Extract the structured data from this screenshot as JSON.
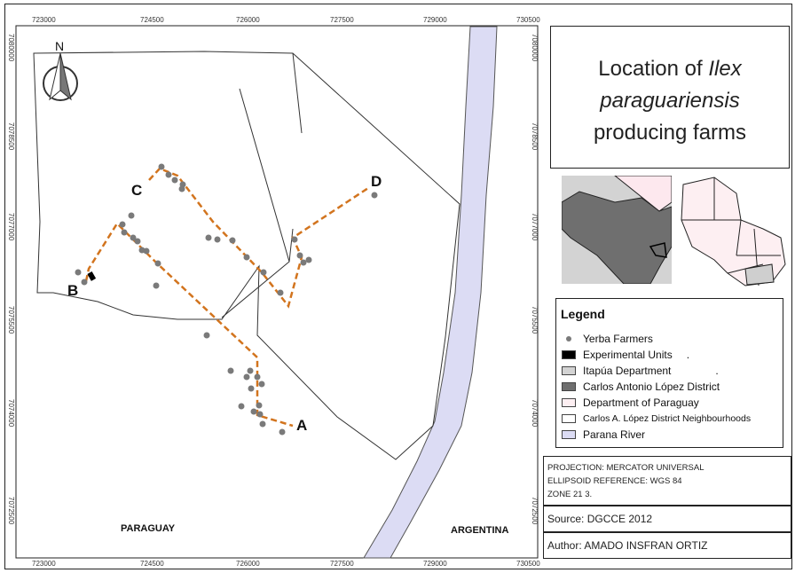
{
  "map": {
    "x_ticks": [
      "723000",
      "724500",
      "726000",
      "727500",
      "729000",
      "730500"
    ],
    "y_ticks": [
      "7080000",
      "7078500",
      "7077000",
      "7075500",
      "7074000",
      "7072500"
    ],
    "countries": [
      "PARAGUAY",
      "ARGENTINA"
    ],
    "point_labels": [
      "A",
      "B",
      "C",
      "D"
    ],
    "north_label": "N",
    "colors": {
      "river": "#dcdcf4",
      "farm": "#7a7a7a",
      "route": "#d2741e",
      "district": "#6f6f6f",
      "itapua": "#d3d3d3"
    }
  },
  "title": {
    "part1": "Location of ",
    "part2": "Ilex",
    "part3": "paraguariensis",
    "part4": "producing farms"
  },
  "legend": {
    "title": "Legend",
    "items": [
      {
        "label": "Yerba Farmers"
      },
      {
        "label": "Experimental Units",
        "suffix": "."
      },
      {
        "label": "Itapúa Department",
        "suffix": "."
      },
      {
        "label": "Carlos Antonio López District"
      },
      {
        "label": "Department of Paraguay"
      },
      {
        "label": "Carlos A. López District Neighbourhoods"
      },
      {
        "label": "Parana River"
      }
    ]
  },
  "info": {
    "projection": "PROJECTION: MERCATOR UNIVERSAL",
    "ellipsoid": "ELLIPSOID REFERENCE: WGS 84",
    "zone": "ZONE 21 3.",
    "source": "Source: DGCCE 2012",
    "author": "Author: AMADO INSFRAN ORTIZ"
  }
}
